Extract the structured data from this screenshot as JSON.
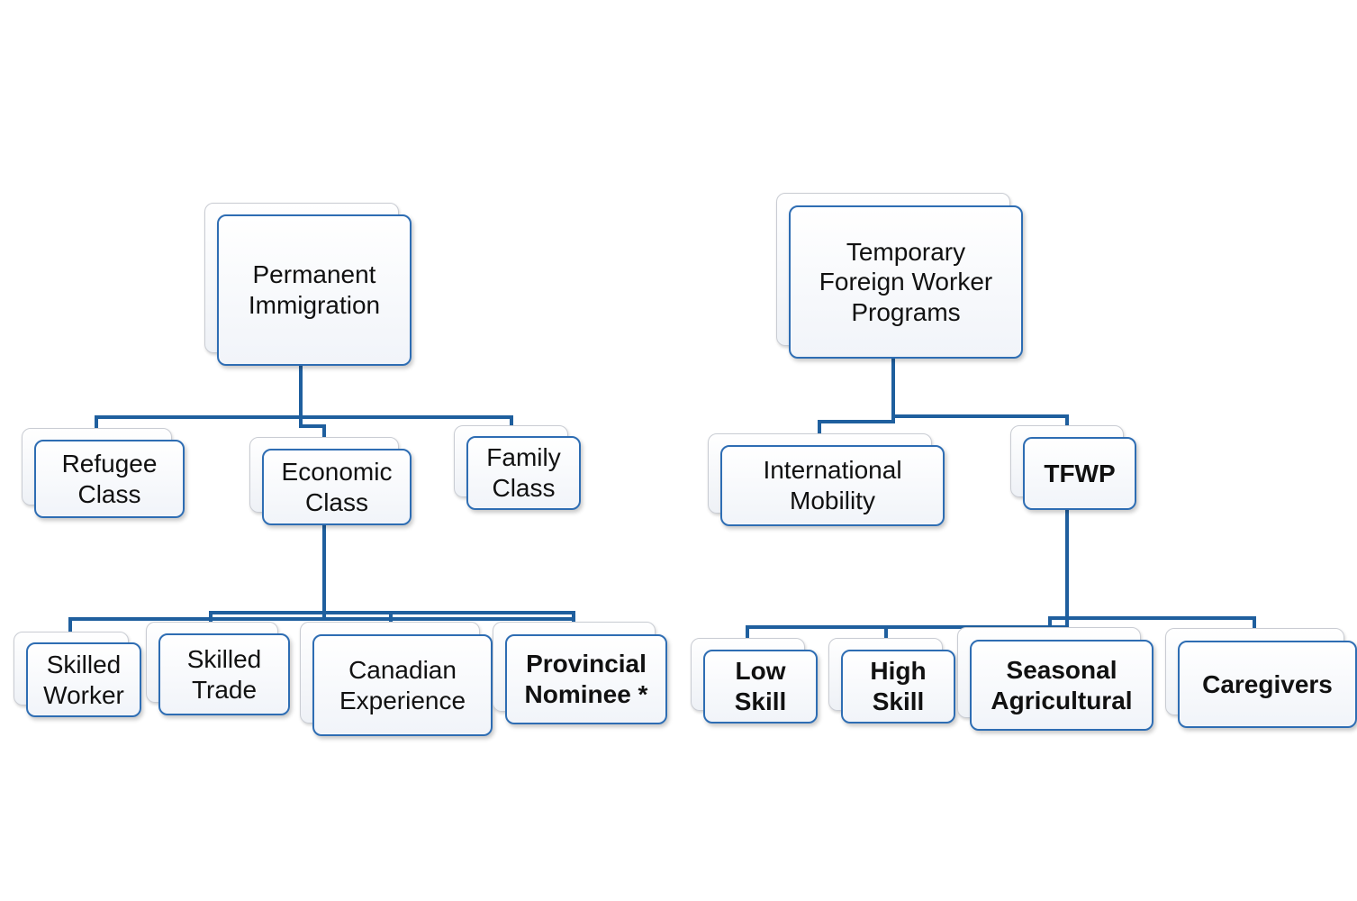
{
  "left_tree": {
    "root": "Permanent\nImmigration",
    "refugee": "Refugee\nClass",
    "economic": "Economic\nClass",
    "family": "Family\nClass",
    "skilled_worker": "Skilled\nWorker",
    "skilled_trade": "Skilled\nTrade",
    "canadian_experience": "Canadian\nExperience",
    "provincial_nominee": "Provincial\nNominee *"
  },
  "right_tree": {
    "root": "Temporary\nForeign Worker\nPrograms",
    "international_mobility": "International\nMobility",
    "tfwp": "TFWP",
    "low_skill": "Low\nSkill",
    "high_skill": "High\nSkill",
    "seasonal_agricultural": "Seasonal\nAgricultural",
    "caregivers": "Caregivers"
  },
  "colors": {
    "connector": "#1f5f9e",
    "box_border": "#2e6db3",
    "highlight_red": "#ee1111",
    "highlight_purple": "#7030a0"
  }
}
